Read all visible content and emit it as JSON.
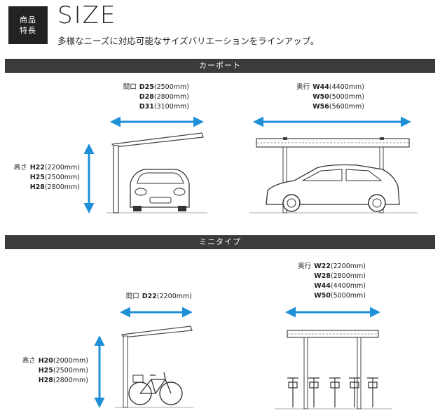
{
  "header": {
    "badge_line1": "商品",
    "badge_line2": "特長",
    "title": "SIZE",
    "subtitle": "多様なニーズに対応可能なサイズバリエーションをラインアップ。"
  },
  "colors": {
    "arrow": "#1e90d8",
    "band": "#3b3b3b"
  },
  "carport": {
    "band_label": "カーポート",
    "frontage": {
      "prefix": "間口",
      "items": [
        {
          "code": "D25",
          "dim": "(2500mm)"
        },
        {
          "code": "D28",
          "dim": "(2800mm)"
        },
        {
          "code": "D31",
          "dim": "(3100mm)"
        }
      ]
    },
    "height": {
      "prefix": "高さ",
      "items": [
        {
          "code": "H22",
          "dim": "(2200mm)"
        },
        {
          "code": "H25",
          "dim": "(2500mm)"
        },
        {
          "code": "H28",
          "dim": "(2800mm)"
        }
      ]
    },
    "depth": {
      "prefix": "奥行",
      "items": [
        {
          "code": "W44",
          "dim": "(4400mm)"
        },
        {
          "code": "W50",
          "dim": "(5000mm)"
        },
        {
          "code": "W56",
          "dim": "(5600mm)"
        }
      ]
    }
  },
  "mini": {
    "band_label": "ミニタイプ",
    "frontage": {
      "prefix": "間口",
      "items": [
        {
          "code": "D22",
          "dim": "(2200mm)"
        }
      ]
    },
    "height": {
      "prefix": "高さ",
      "items": [
        {
          "code": "H20",
          "dim": "(2000mm)"
        },
        {
          "code": "H25",
          "dim": "(2500mm)"
        },
        {
          "code": "H28",
          "dim": "(2800mm)"
        }
      ]
    },
    "depth": {
      "prefix": "奥行",
      "items": [
        {
          "code": "W22",
          "dim": "(2200mm)"
        },
        {
          "code": "W28",
          "dim": "(2800mm)"
        },
        {
          "code": "W44",
          "dim": "(4400mm)"
        },
        {
          "code": "W50",
          "dim": "(5000mm)"
        }
      ]
    }
  }
}
